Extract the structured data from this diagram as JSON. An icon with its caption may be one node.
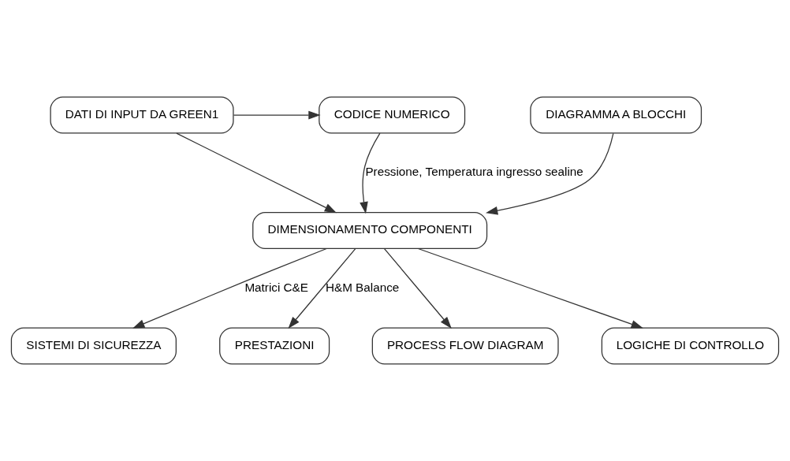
{
  "diagram": {
    "nodes": [
      {
        "text": [
          "CODICE NUMERICO"
        ]
      },
      {
        "text": [
          "DATI DI INPUT DA GREEN1"
        ]
      },
      {
        "text": [
          "DIAGRAMMA A BLOCCHI"
        ]
      },
      {
        "text": [
          "DIMENSIONAMENTO COMPONENTI"
        ]
      },
      {
        "text": [
          "SISTEMI DI SICUREZZA"
        ]
      },
      {
        "text": [
          "PRESTAZIONI"
        ]
      },
      {
        "text": [
          "PROCESS FLOW DIAGRAM"
        ]
      },
      {
        "text": [
          "LOGICHE DI CONTROLLO"
        ]
      }
    ],
    "edges": [
      {
        "from": 1,
        "to": 0,
        "arrow": "to"
      },
      {
        "from": 0,
        "to": 3,
        "arrow": "to",
        "label": "Pressione, Temperatura ingresso sealine"
      },
      {
        "from": 1,
        "to": 3,
        "arrow": "to"
      },
      {
        "from": 2,
        "to": 3,
        "arrow": "to"
      },
      {
        "from": 3,
        "to": 4,
        "arrow": "to",
        "label": "Matrici C&E"
      },
      {
        "from": 3,
        "to": 6,
        "arrow": "to"
      },
      {
        "from": 3,
        "to": 7,
        "arrow": "to"
      },
      {
        "from": 3,
        "to": 5,
        "arrow": "to",
        "label": "H&M Balance"
      }
    ]
  }
}
